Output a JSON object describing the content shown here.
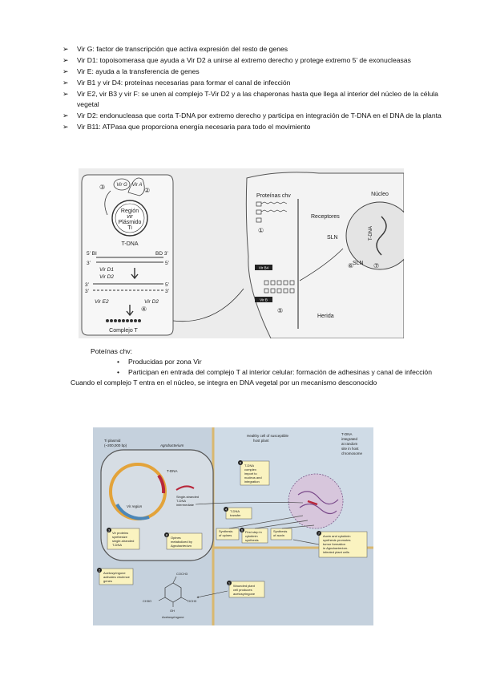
{
  "bullets": [
    "Vir G: factor de transcripción que activa expresión del resto de genes",
    "Vir D1: topoisomerasa que ayuda a Vir D2 a unirse al extremo derecho y protege extremo 5’ de exonucleasas",
    "Vir E: ayuda a la transferencia de genes",
    "Vir B1 y vir D4: proteínas necesarias para formar el canal de infección",
    "Vir E2, vir B3 y vir F: se unen al complejo T-Vir D2 y a las chaperonas hasta que llega al interior del núcleo de la célula vegetal",
    "Vir D2: endonucleasa que corta T-DNA por extremo derecho y participa en integración de T-DNA en el DNA de la planta",
    "Vir B11: ATPasa que proporciona energía necesaria para todo el movimiento"
  ],
  "figure1": {
    "vir_g": "Vir G",
    "vir_a": "Vir A",
    "num1": "①",
    "num2": "②",
    "num3": "③",
    "num4": "④",
    "num5": "⑤",
    "num6": "⑥",
    "num7": "⑦",
    "region1": "Región",
    "region2": "vir",
    "region3": "Plásmido",
    "region4": "Ti",
    "tdna": "T-DNA",
    "bl": "5’ BI",
    "bd": "BD 3’",
    "three1": "3’",
    "five1": "5’",
    "vird1": "Vir D1",
    "vird2": "Vir D2",
    "three2": "3’",
    "five2": "5’",
    "three3": "3’",
    "five3": "3’",
    "vire2": "Vir E2",
    "vird2b": "Vir D2",
    "complejo": "Complejo T",
    "proteinas": "Proteínas chv",
    "receptores": "Receptores",
    "sln1": "SLN",
    "sln2": "SLN",
    "nucleo": "Núcleo",
    "tdna_vert": "T-DNA",
    "virdb4": "Vir B4",
    "virb": "Vir B",
    "herida": "Herida"
  },
  "notes": {
    "title": "Poteínas chv:",
    "items": [
      "Producidas por zona Vir",
      "Participan en entrada del complejo T al interior celular: formación de adhesinas y canal de infección"
    ],
    "last": "Cuando el complejo T entra en el núcleo, se integra en DNA vegetal por un mecanismo desconocido"
  },
  "figure2": {
    "plasmid": "Ti plasmid",
    "plasmid_size": "(~200,000 bp)",
    "agrobacterium": "Agrobacterium",
    "tdna": "T-DNA",
    "vir_region": "Vir region",
    "single1": "Single-stranded",
    "single2": "T-DNA",
    "single3": "intermediate",
    "healthy1": "Healthy cell of susceptible",
    "healthy2": "host plant",
    "integ1": "T-DNA",
    "integ2": "integrated",
    "integ3": "at random",
    "integ4": "site in host",
    "integ5": "chromosome",
    "s5a": "T-DNA",
    "s5b": "complex",
    "s5c": "import to",
    "s5d": "nucleus and",
    "s5e": "integration",
    "s4a": "T-DNA",
    "s4b": "transfer",
    "s3a": "Vir proteins",
    "s3b": "synthesize",
    "s3c": "single-stranded",
    "s3d": "T-DNA",
    "s8a": "Opines",
    "s8b": "metabolized by",
    "s8c": "Agrobacterium",
    "op1": "Synthesis",
    "op2": "of opines",
    "ck1": "First step in",
    "ck2": "cytokinin",
    "ck3": "synthesis",
    "ax1": "Synthesis",
    "ax2": "of auxin",
    "t7a": "Auxin and cytokinin",
    "t7b": "synthesis promotes",
    "t7c": "tumor formation",
    "t7d": "in Agrobacterium-",
    "t7e": "infected plant cells",
    "s2a": "Acetosyringone",
    "s2b": "activates virulence",
    "s2c": "genes",
    "s1a": "Wounded plant",
    "s1b": "cell produces",
    "s1c": "acetosyringone",
    "coch3": "COCH3",
    "ch3o": "CH3O",
    "och3": "OCH3",
    "oh": "OH",
    "acetos": "Acetosyringone",
    "n1": "1",
    "n2": "2",
    "n3": "3",
    "n4": "4",
    "n5": "5",
    "n6": "6",
    "n7": "7",
    "n8": "8"
  }
}
